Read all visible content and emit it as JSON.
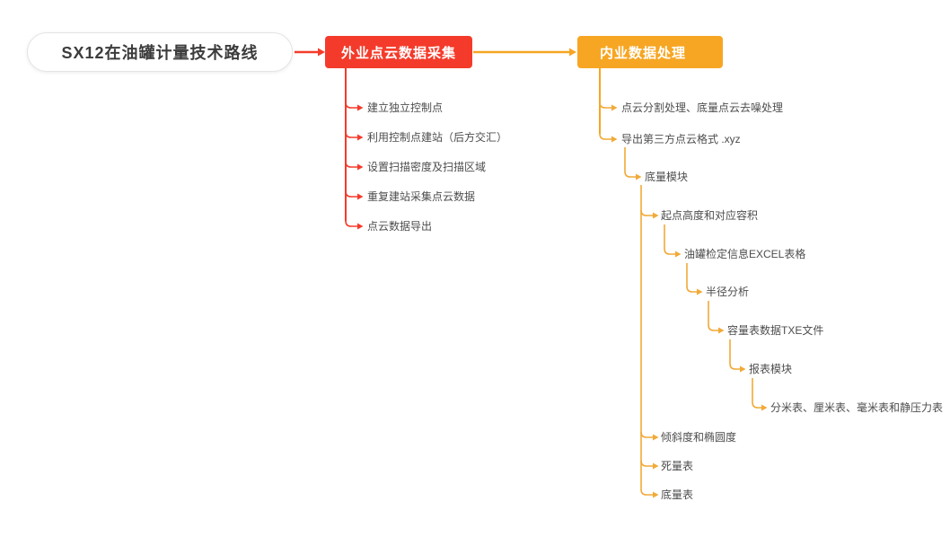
{
  "colors": {
    "red": "#f43b2b",
    "orange": "#f7a623",
    "orange_line": "#f1aa38",
    "text": "#4d4d4d",
    "root_text": "#3c3c3c"
  },
  "map": {
    "root": "SX12在油罐计量技术路线",
    "field": {
      "label": "外业点云数据采集",
      "items": [
        "建立独立控制点",
        "利用控制点建站（后方交汇）",
        "设置扫描密度及扫描区域",
        "重复建站采集点云数据",
        "点云数据导出"
      ]
    },
    "office": {
      "label": "内业数据处理",
      "children": [
        {
          "label": "点云分割处理、底量点云去噪处理"
        },
        {
          "label": "导出第三方点云格式 .xyz",
          "children": [
            {
              "label": "底量模块",
              "children": [
                {
                  "label": "起点高度和对应容积",
                  "children": [
                    {
                      "label": "油罐检定信息EXCEL表格",
                      "children": [
                        {
                          "label": "半径分析",
                          "children": [
                            {
                              "label": "容量表数据TXE文件",
                              "children": [
                                {
                                  "label": "报表模块",
                                  "children": [
                                    {
                                      "label": "分米表、厘米表、毫米表和静压力表"
                                    }
                                  ]
                                }
                              ]
                            }
                          ]
                        }
                      ]
                    }
                  ]
                },
                {
                  "label": "倾斜度和椭圆度"
                },
                {
                  "label": "死量表"
                },
                {
                  "label": "底量表"
                }
              ]
            }
          ]
        }
      ]
    }
  }
}
